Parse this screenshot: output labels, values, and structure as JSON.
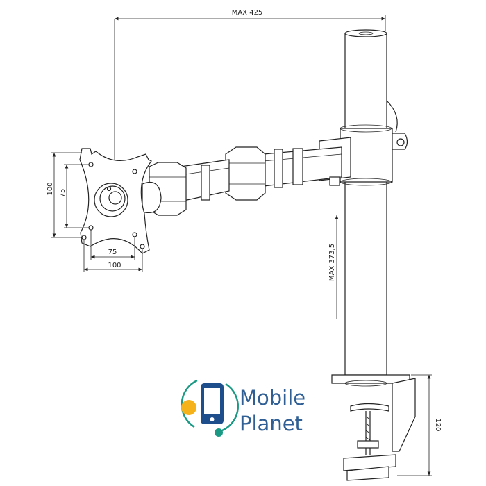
{
  "dimensions": {
    "max_reach": "MAX 425",
    "max_height": "MAX 373,5",
    "clamp_range": "120",
    "vesa_outer_vertical": "100",
    "vesa_inner_vertical": "75",
    "vesa_inner_horizontal": "75",
    "vesa_outer_horizontal": "100"
  },
  "logo": {
    "line1": "Mobile",
    "line2": "Planet",
    "colors": {
      "text": "#2f5f95",
      "phone": "#1f4e8c",
      "ring": "#1a9a84",
      "yellow_dot": "#f5b21b",
      "green_dot": "#1a9a84"
    }
  }
}
